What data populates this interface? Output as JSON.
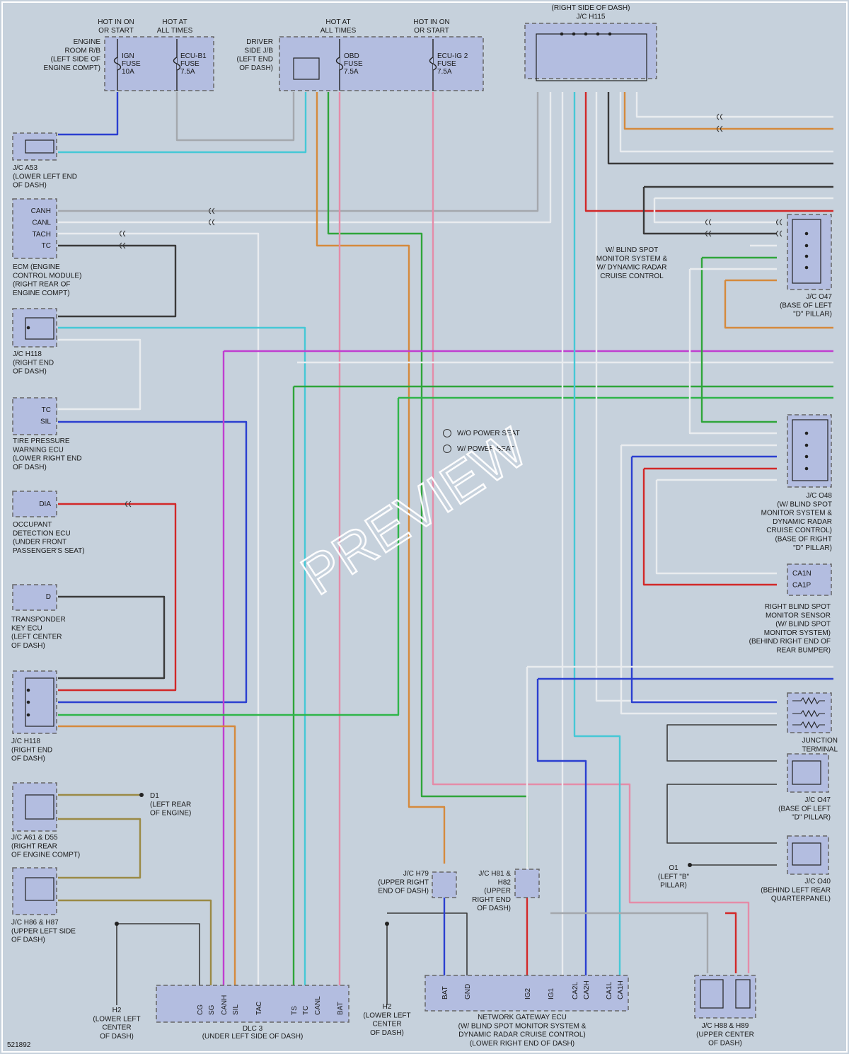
{
  "colors": {
    "BLU": "#2b3fd0",
    "LTBLU": "#46c8d6",
    "GRY": "#a4a8ad",
    "WHT": "#e9ecef",
    "ORG": "#d58a3c",
    "GRN": "#2fa53a",
    "PNK": "#e48ca8",
    "BLK": "#3a3a3a",
    "RED": "#d22828",
    "VIO": "#c03ed0",
    "BRN": "#9a8a45",
    "LTGRN": "#2fb54a"
  },
  "labels": {
    "hot_ign1": "HOT IN ON",
    "hot_ign2": "OR START",
    "hot_at1": "HOT AT",
    "hot_at2": "ALL TIMES",
    "engine_rb": [
      "ENGINE",
      "ROOM R/B",
      "(LEFT SIDE OF",
      "ENGINE COMPT)"
    ],
    "ign_fuse": [
      "IGN",
      "FUSE",
      "10A"
    ],
    "ecub1_fuse": [
      "ECU-B1",
      "FUSE",
      "7.5A"
    ],
    "driver_jb": [
      "DRIVER",
      "SIDE J/B",
      "(LEFT END",
      "OF DASH)"
    ],
    "obd_fuse": [
      "OBD",
      "FUSE",
      "7.5A"
    ],
    "ecuig2_fuse": [
      "ECU-IG 2",
      "FUSE",
      "7.5A"
    ],
    "jc_h115": [
      "(RIGHT SIDE OF DASH)",
      "J/C H115"
    ],
    "jc_a53": [
      "J/C A53",
      "(LOWER LEFT END",
      "OF DASH)"
    ],
    "ecm_pins": [
      "CANH",
      "CANL",
      "TACH",
      "TC"
    ],
    "ecm": [
      "ECM (ENGINE",
      "CONTROL MODULE)",
      "(RIGHT REAR OF",
      "ENGINE COMPT)"
    ],
    "jc_h118a": [
      "J/C H118",
      "(RIGHT END",
      "OF DASH)"
    ],
    "tpw_pins": [
      "TC",
      "SIL"
    ],
    "tpw": [
      "TIRE PRESSURE",
      "WARNING ECU",
      "(LOWER RIGHT END",
      "OF DASH)"
    ],
    "ode_pin": "DIA",
    "ode": [
      "OCCUPANT",
      "DETECTION ECU",
      "(UNDER FRONT",
      "PASSENGER'S SEAT)"
    ],
    "tk_pin": "D",
    "tk": [
      "TRANSPONDER",
      "KEY ECU",
      "(LEFT CENTER",
      "OF DASH)"
    ],
    "jc_h118b": [
      "J/C H118",
      "(RIGHT END",
      "OF DASH)"
    ],
    "d1": [
      "D1",
      "(LEFT REAR",
      "OF ENGINE)"
    ],
    "jc_a61": [
      "J/C A61 & D55",
      "(RIGHT REAR",
      "OF ENGINE COMPT)"
    ],
    "jc_h86": [
      "J/C H86 & H87",
      "(UPPER LEFT SIDE",
      "OF DASH)"
    ],
    "h2a": [
      "H2",
      "(LOWER LEFT",
      "CENTER",
      "OF DASH)"
    ],
    "dlc3": [
      "DLC 3",
      "(UNDER LEFT SIDE OF DASH)"
    ],
    "dlc3_pins": [
      "CG",
      "SG",
      "CANH",
      "SIL",
      "TAC",
      "TS",
      "TC",
      "CANL",
      "BAT"
    ],
    "h2b": [
      "H2",
      "(LOWER LEFT",
      "CENTER",
      "OF DASH)"
    ],
    "jc_h79": [
      "J/C H79",
      "(UPPER RIGHT",
      "END OF DASH)"
    ],
    "jc_h81": [
      "J/C H81 &",
      "H82",
      "(UPPER",
      "RIGHT END",
      "OF DASH)"
    ],
    "gw": [
      "NETWORK GATEWAY ECU",
      "(W/ BLIND SPOT MONITOR SYSTEM &",
      "DYNAMIC RADAR CRUISE CONTROL)",
      "(LOWER RIGHT END OF DASH)"
    ],
    "gw_pins": [
      "BAT",
      "GND",
      "IG2",
      "IG1",
      "CA2L",
      "CA2H",
      "CA1L",
      "CA1H"
    ],
    "jc_h88": [
      "J/C H88 & H89",
      "(UPPER CENTER",
      "OF DASH)"
    ],
    "legend1": "W/O POWER SEAT",
    "legend2": "W/ POWER SEAT",
    "bsm_note": [
      "W/ BLIND SPOT",
      "MONITOR SYSTEM &",
      "W/ DYNAMIC RADAR",
      "CRUISE CONTROL"
    ],
    "jc_o47a": [
      "J/C O47",
      "(BASE OF LEFT",
      "\"D\" PILLAR)"
    ],
    "jc_o48": [
      "J/C O48",
      "(W/ BLIND SPOT",
      "MONITOR SYSTEM &",
      "DYNAMIC RADAR",
      "CRUISE CONTROL)",
      "(BASE OF RIGHT",
      "\"D\" PILLAR)"
    ],
    "rbs_pins": [
      "CA1N",
      "CA1P"
    ],
    "rbs": [
      "RIGHT BLIND SPOT",
      "MONITOR SENSOR",
      "(W/ BLIND SPOT",
      "MONITOR SYSTEM)",
      "(BEHIND RIGHT END OF",
      "REAR BUMPER)"
    ],
    "jt": [
      "JUNCTION",
      "TERMINAL"
    ],
    "jc_o47b": [
      "J/C O47",
      "(BASE OF LEFT",
      "\"D\" PILLAR)"
    ],
    "o1": [
      "O1",
      "(LEFT \"B\"",
      "PILLAR)"
    ],
    "jc_o40": [
      "J/C O40",
      "(BEHIND LEFT REAR",
      "QUARTERPANEL)"
    ],
    "diagram_id": "521892",
    "watermark": "PREVIEW"
  }
}
